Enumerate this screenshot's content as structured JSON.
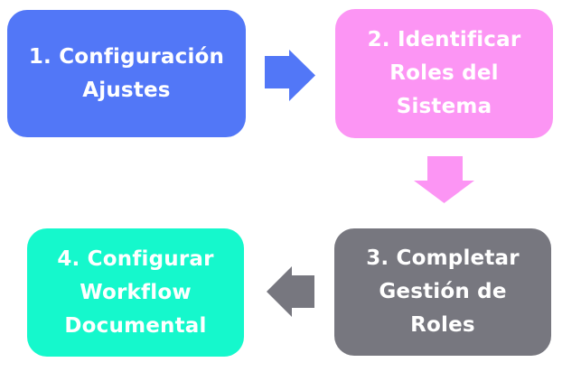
{
  "diagram": {
    "type": "flowchart",
    "background_color": "#ffffff",
    "text_color": "#ffffff",
    "steps": [
      {
        "number": 1,
        "label": "1. Configuración\nAjustes",
        "color": "#5277f7"
      },
      {
        "number": 2,
        "label": "2. Identificar\nRoles del\nSistema",
        "color": "#fc95f4"
      },
      {
        "number": 3,
        "label": "3. Completar\nGestión de\nRoles",
        "color": "#77777f"
      },
      {
        "number": 4,
        "label": "4. Configurar\nWorkflow\nDocumental",
        "color": "#15f8cc"
      }
    ],
    "arrows": [
      {
        "from": 1,
        "to": 2,
        "direction": "right",
        "color": "#5277f7"
      },
      {
        "from": 2,
        "to": 3,
        "direction": "down",
        "color": "#fc95f4"
      },
      {
        "from": 3,
        "to": 4,
        "direction": "left",
        "color": "#77777f"
      }
    ]
  }
}
